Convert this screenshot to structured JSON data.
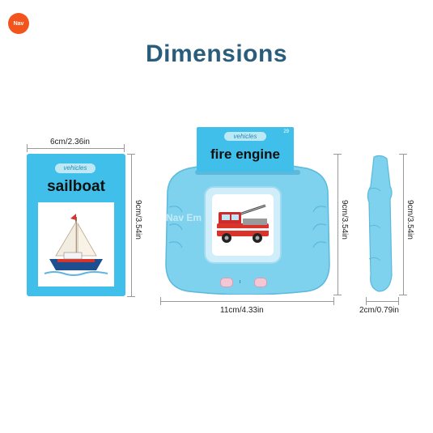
{
  "brand": {
    "logo_text": "Nav"
  },
  "title": "Dimensions",
  "card": {
    "category": "vehicles",
    "word": "sailboat",
    "width_label": "6cm/2.36in",
    "height_label": "9cm/3.54in"
  },
  "device": {
    "card_category": "vehicles",
    "card_number": "29",
    "card_word": "fire engine",
    "watermark": "Nav Em",
    "width_label": "11cm/4.33in",
    "height_label": "9cm/3.54in"
  },
  "side": {
    "width_label": "2cm/0.79in",
    "height_label": "9cm/3.54in"
  },
  "colors": {
    "title": "#2a5d7c",
    "card_blue": "#3fbfe9",
    "device_blue": "#7fd2ee",
    "logo_orange": "#f2541b"
  }
}
